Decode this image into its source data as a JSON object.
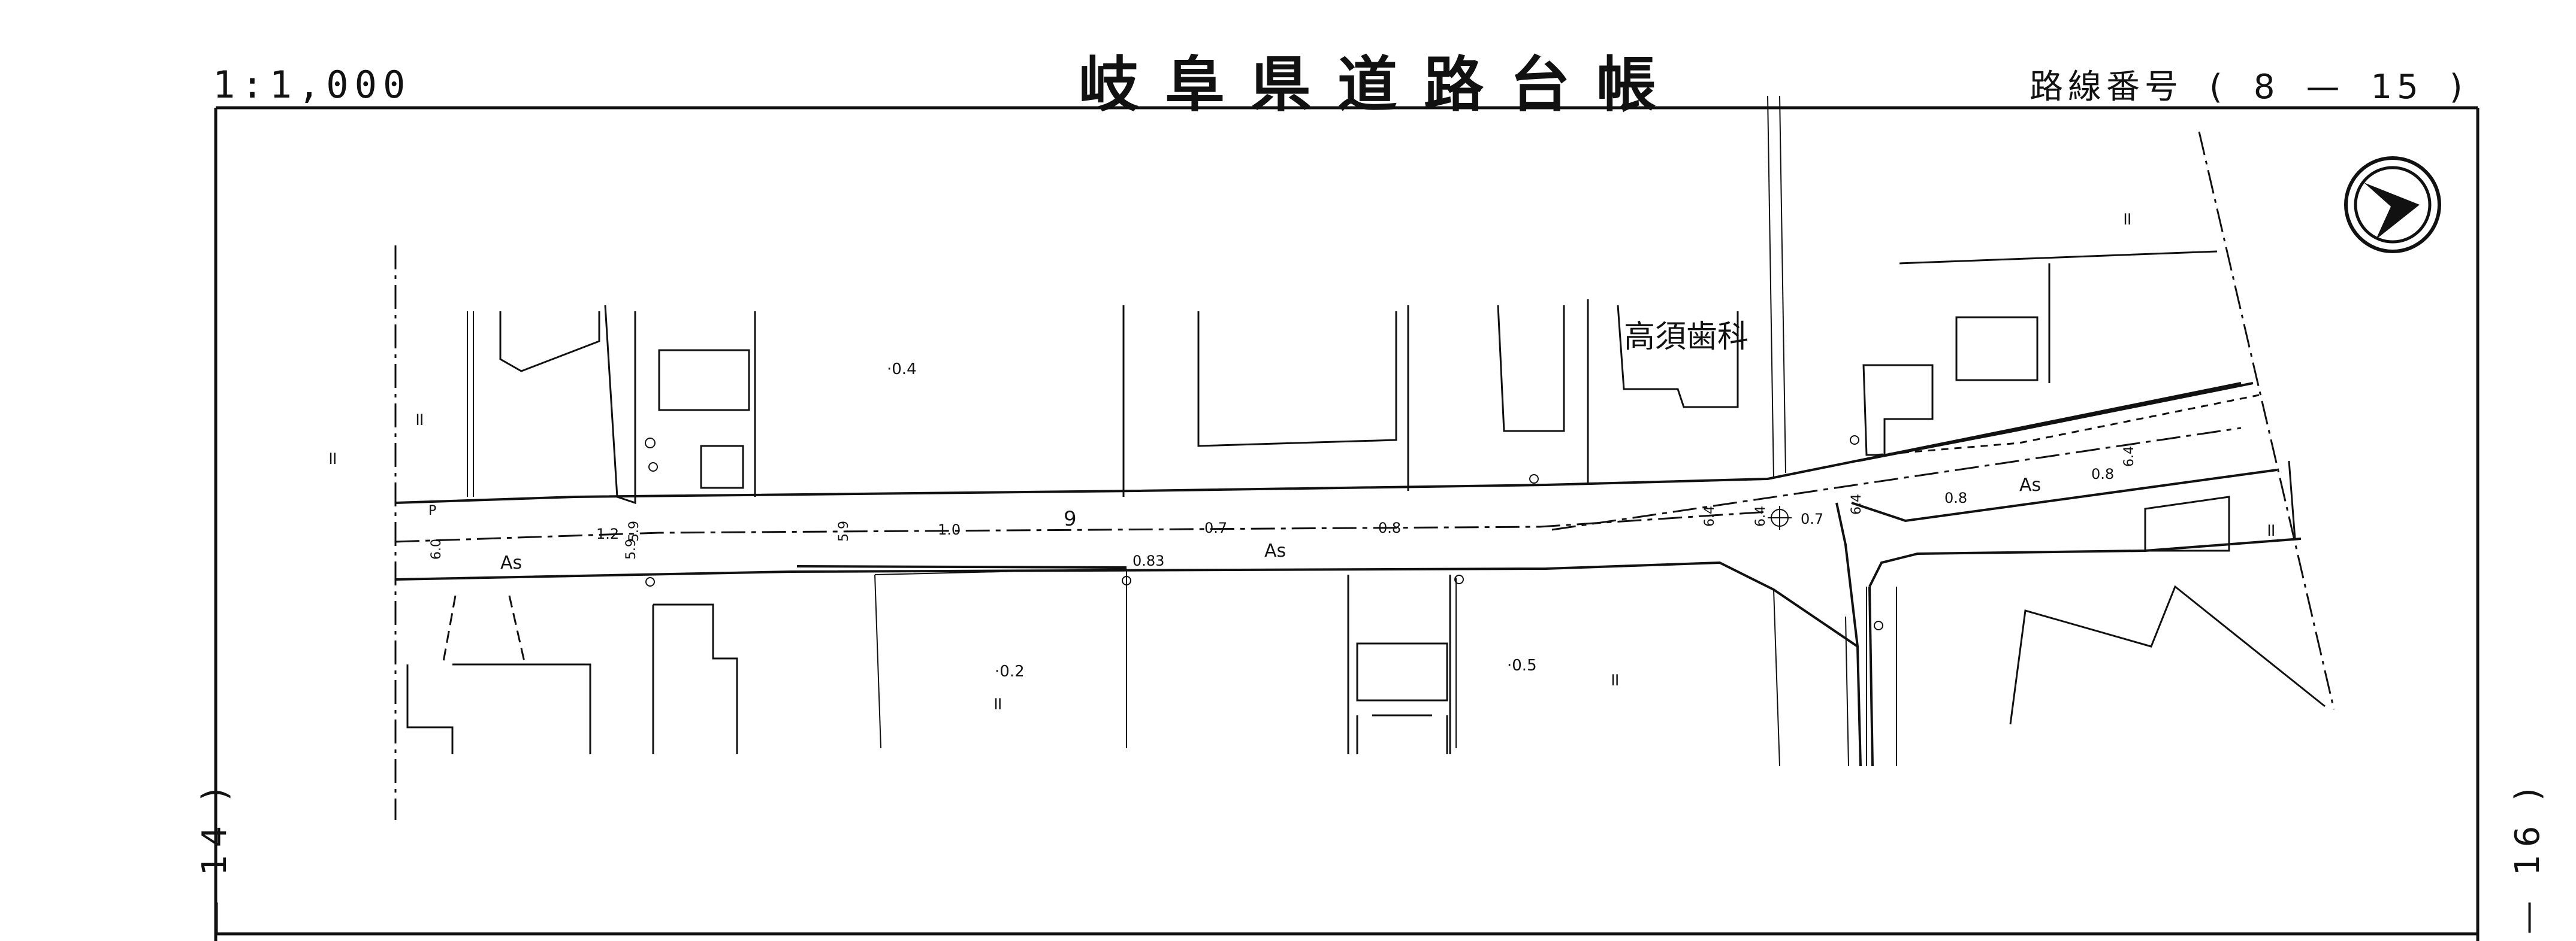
{
  "header": {
    "scale": "1:1,000",
    "title": "岐阜県道路台帳",
    "route_label": "路線番号",
    "route_open": "(",
    "route_number": "8",
    "route_dash": "—",
    "route_sub": "15",
    "route_close": ")"
  },
  "side_refs": {
    "left": "— 14 )",
    "right": "— 16 )"
  },
  "map": {
    "building_label": "高須歯科",
    "north_arrow": "north-arrow-icon",
    "labels": {
      "as_left": "As",
      "as_center": "As",
      "as_right": "As",
      "p": "P",
      "dim_6_0": "6.0",
      "dim_1_2": "1.2",
      "dim_5_9a": "5.9",
      "dim_5_9b": "5.9",
      "dim_5_9c": "5.9",
      "dim_1_0": "1.0",
      "station_9": "9",
      "dim_0_7a": "0.7",
      "dim_0_8a": "0.8",
      "dim_0_83": "0.83",
      "dim_6_4a": "6.4",
      "dim_6_4b": "6.4",
      "dim_6_4c": "6.4",
      "dim_0_7b": "0.7",
      "dim_0_8b": "0.8",
      "dim_0_8c": "0.8",
      "dim_6_4d": "6.4",
      "spot_0_4": "·0.4",
      "spot_0_2": "·0.2",
      "spot_0_5": "·0.5",
      "mark_ii_1": "॥",
      "mark_ii_2": "॥",
      "mark_ii_3": "॥",
      "mark_ii_4": "॥",
      "mark_ii_5": "॥",
      "mark_ii_6": "॥"
    }
  }
}
